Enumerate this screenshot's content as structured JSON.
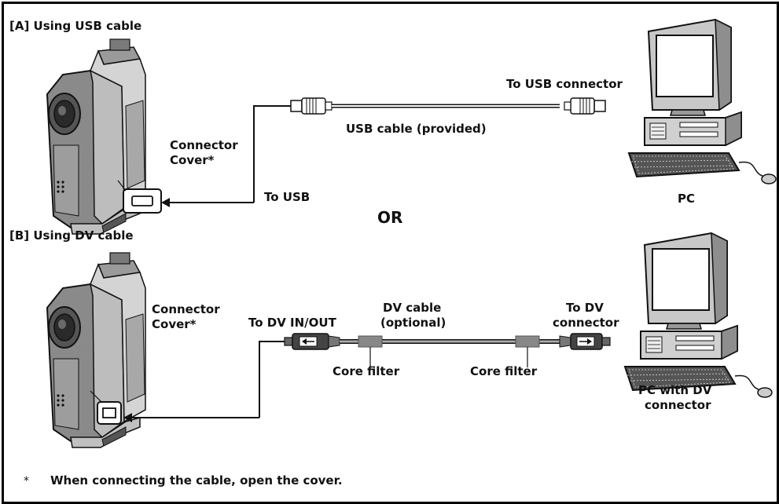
{
  "section_a": {
    "title": "[A]  Using USB cable",
    "connector_cover": [
      "Connector",
      "Cover*"
    ],
    "to_usb": "To USB",
    "usb_cable": "USB cable (provided)",
    "to_usb_connector": "To USB connector",
    "pc": "PC"
  },
  "or_label": "OR",
  "section_b": {
    "title": "[B]  Using DV cable",
    "connector_cover": [
      "Connector",
      "Cover*"
    ],
    "to_dv_in_out": "To DV IN/OUT",
    "dv_cable": [
      "DV cable",
      "(optional)"
    ],
    "to_dv_connector": [
      "To DV",
      "connector"
    ],
    "core_filter_left": "Core filter",
    "core_filter_right": "Core filter",
    "pc_with_dv": [
      "PC with DV",
      "connector"
    ]
  },
  "footnote": {
    "mark": "*",
    "text": "When connecting the cable, open the cover."
  }
}
